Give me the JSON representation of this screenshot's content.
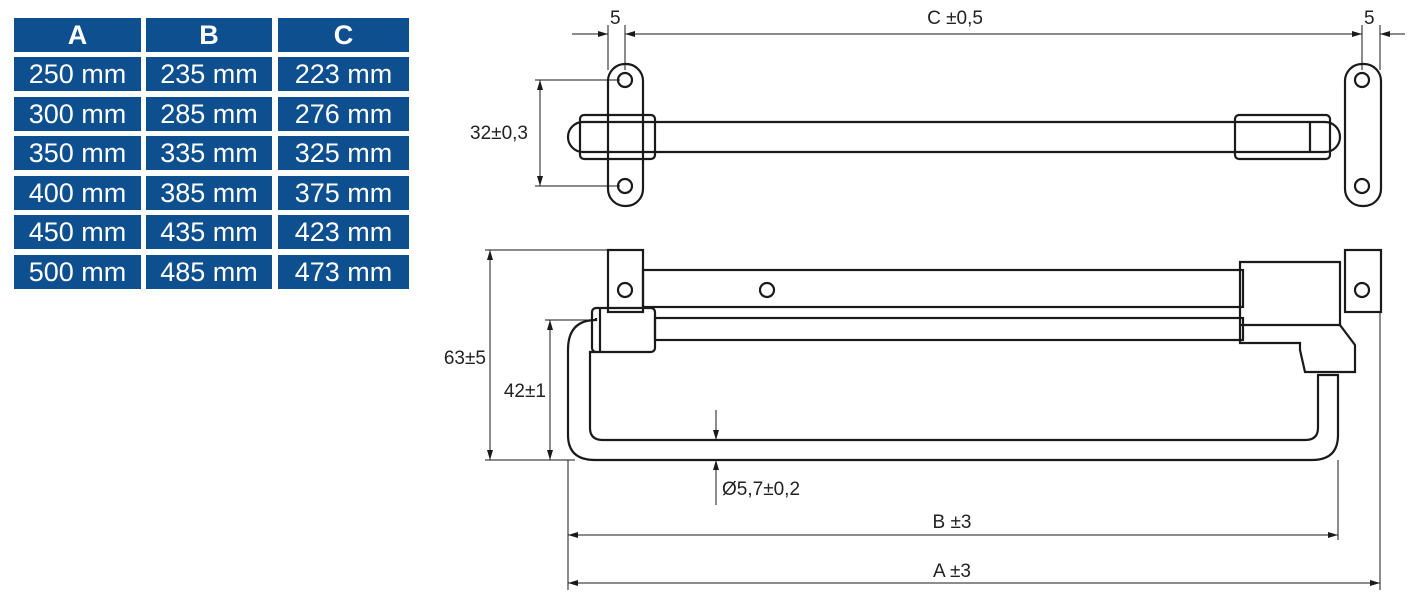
{
  "table": {
    "headers": [
      "A",
      "B",
      "C"
    ],
    "rows": [
      [
        "250 mm",
        "235 mm",
        "223 mm"
      ],
      [
        "300 mm",
        "285 mm",
        "276 mm"
      ],
      [
        "350 mm",
        "335 mm",
        "325 mm"
      ],
      [
        "400 mm",
        "385 mm",
        "375 mm"
      ],
      [
        "450 mm",
        "435 mm",
        "423 mm"
      ],
      [
        "500 mm",
        "485 mm",
        "473 mm"
      ]
    ],
    "color": "#0e4f8f"
  },
  "dimensions": {
    "left_offset": "5",
    "c": "C ±0,5",
    "right_offset": "5",
    "hole_spacing": "32±0,3",
    "height_total": "63±5",
    "height_rod": "42±1",
    "rod_diameter": "Ø5,7±0,2",
    "b": "B ±3",
    "a": "A ±3"
  }
}
